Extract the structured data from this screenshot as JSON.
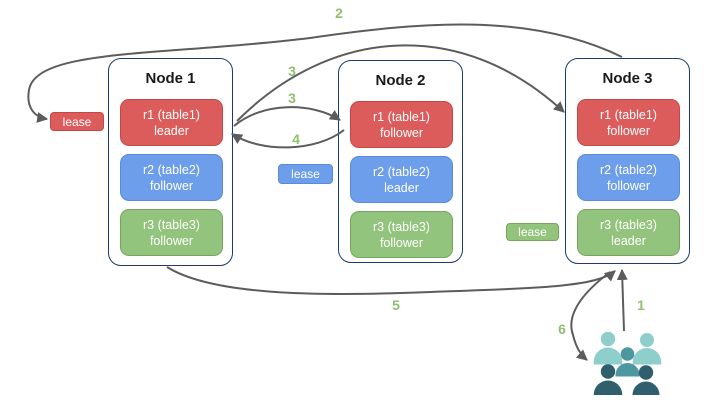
{
  "nodes": [
    {
      "title": "Node 1",
      "replicas": [
        {
          "label": "r1 (table1)",
          "role": "leader",
          "color": "red"
        },
        {
          "label": "r2 (table2)",
          "role": "follower",
          "color": "blue"
        },
        {
          "label": "r3 (table3)",
          "role": "follower",
          "color": "green"
        }
      ]
    },
    {
      "title": "Node 2",
      "replicas": [
        {
          "label": "r1 (table1)",
          "role": "follower",
          "color": "red"
        },
        {
          "label": "r2 (table2)",
          "role": "leader",
          "color": "blue"
        },
        {
          "label": "r3 (table3)",
          "role": "follower",
          "color": "green"
        }
      ]
    },
    {
      "title": "Node 3",
      "replicas": [
        {
          "label": "r1 (table1)",
          "role": "follower",
          "color": "red"
        },
        {
          "label": "r2 (table2)",
          "role": "follower",
          "color": "blue"
        },
        {
          "label": "r3 (table3)",
          "role": "leader",
          "color": "green"
        }
      ]
    }
  ],
  "leases": [
    {
      "label": "lease",
      "color": "red",
      "attached_to": "node-1 r1 leader"
    },
    {
      "label": "lease",
      "color": "blue",
      "attached_to": "node-2 r2 leader"
    },
    {
      "label": "lease",
      "color": "green",
      "attached_to": "node-3 r3 leader"
    }
  ],
  "steps": [
    {
      "label": "1",
      "from": "users",
      "to": "node-3"
    },
    {
      "label": "2",
      "from": "node-3",
      "to": "red-lease-at-node-1"
    },
    {
      "label": "3",
      "from": "node-1-r1-leader",
      "to": "node-3-r1-follower"
    },
    {
      "label": "3",
      "from": "node-1-r1-leader",
      "to": "node-2-r1-follower"
    },
    {
      "label": "4",
      "from": "node-2-r1-follower",
      "to": "node-1-r1-leader"
    },
    {
      "label": "5",
      "from": "node-1",
      "to": "node-3"
    },
    {
      "label": "6",
      "from": "node-3",
      "to": "users"
    }
  ],
  "icons": {
    "users": "crowd-of-five-people"
  },
  "colors": {
    "replica_red": "#DC5C5C",
    "replica_red_border": "#C64747",
    "replica_blue": "#6D9EEB",
    "replica_blue_border": "#5B8BD8",
    "replica_green": "#93C47D",
    "replica_green_border": "#76A65D",
    "node_border": "#1C3C6E",
    "arrow": "#5C5C5C",
    "step_number": "#8FBF6F",
    "users_light_teal": "#8ECECB",
    "users_medium_teal": "#4D97A1",
    "users_dark_teal": "#2F5E6D"
  }
}
